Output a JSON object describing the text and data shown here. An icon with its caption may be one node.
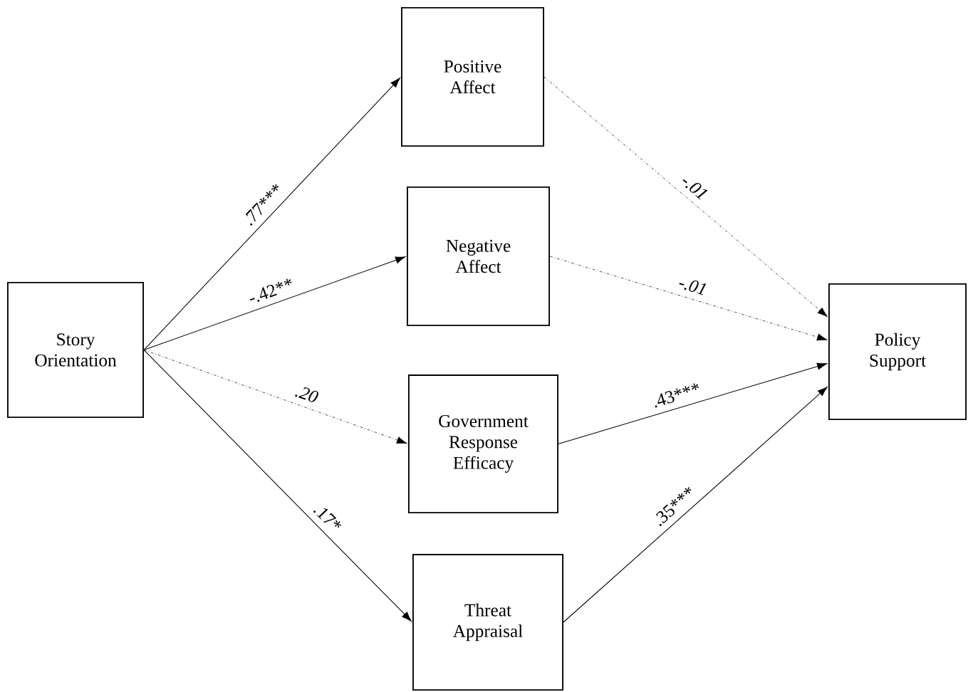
{
  "diagram": {
    "nodes": [
      {
        "text": [
          "Story Orientation"
        ]
      },
      {
        "text": [
          "Positive Affect"
        ]
      },
      {
        "text": [
          "Negative Affect"
        ]
      },
      {
        "text": [
          "Government Response Efficacy"
        ]
      },
      {
        "text": [
          "Threat Appraisal"
        ]
      },
      {
        "text": [
          "Policy Support"
        ]
      }
    ],
    "edges": [
      {
        "from": 0,
        "to": 1,
        "arrow": "to",
        "label": ".77***"
      },
      {
        "from": 0,
        "to": 2,
        "arrow": "to",
        "label": "-.42**"
      },
      {
        "from": 0,
        "to": 3,
        "arrow": "to",
        "label": ".20",
        "style": "dashed"
      },
      {
        "from": 0,
        "to": 4,
        "arrow": "to",
        "label": ".17*"
      },
      {
        "from": 1,
        "to": 5,
        "arrow": "to",
        "label": "-.01",
        "style": "dashed"
      },
      {
        "from": 2,
        "to": 5,
        "arrow": "to",
        "label": "-.01",
        "style": "dashed"
      },
      {
        "from": 3,
        "to": 5,
        "arrow": "to",
        "label": ".43***"
      },
      {
        "from": 4,
        "to": 5,
        "arrow": "to",
        "label": ".35***"
      }
    ]
  }
}
